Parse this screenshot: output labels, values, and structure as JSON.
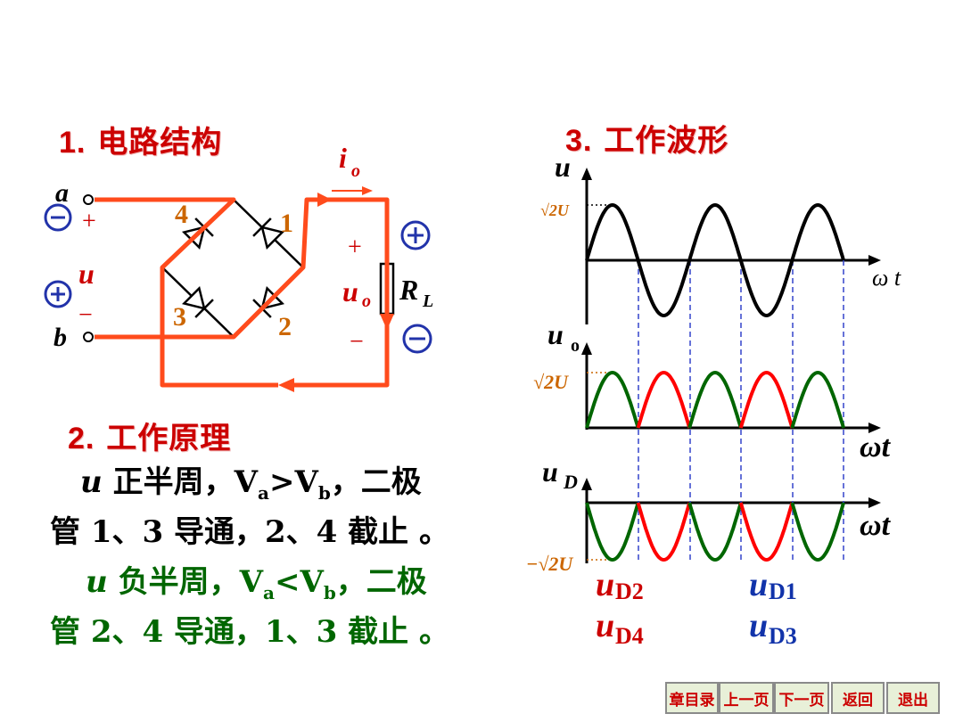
{
  "sections": {
    "circuit_title_num": "1.",
    "circuit_title": "电路结构",
    "principle_title_num": "2.",
    "principle_title": "工作原理",
    "waveform_title_num": "3.",
    "waveform_title": "工作波形"
  },
  "circuit": {
    "node_a": "a",
    "node_b": "b",
    "plus": "+",
    "minus": "−",
    "source": "u",
    "current_i": "i",
    "current_sub": "o",
    "output_u": "u",
    "output_sub": "o",
    "load_R": "R",
    "load_sub": "L",
    "diode_1": "1",
    "diode_2": "2",
    "diode_3": "3",
    "diode_4": "4",
    "minus_circle": "−",
    "plus_circle": "+"
  },
  "principle": {
    "line1_u": "u",
    "line1_text": " 正半周，",
    "line1_va": "V",
    "line1_a": "a",
    "line1_gt": ">",
    "line1_vb": "V",
    "line1_b": "b",
    "line1_end": "，二极",
    "line2": "管 1、3 导通，2、4 截止 。",
    "line3_u": "u",
    "line3_text": " 负半周，",
    "line3_va": "V",
    "line3_a": "a",
    "line3_lt": "<",
    "line3_vb": "V",
    "line3_b": "b",
    "line3_end": "，二极",
    "line4": "管 2、4 导通，1、3 截止 。"
  },
  "waveforms": {
    "u_label": "u",
    "u_amp": "√2U",
    "wt_1": "ω t",
    "uo_label": "u",
    "uo_sub": "o",
    "uo_amp": "√2U",
    "wt_2": "ωt",
    "ud_label": "u",
    "ud_sub": "D",
    "ud_amp": "−√2U",
    "wt_3": "ωt",
    "legend_d2": "u",
    "legend_d2_sub": "D2",
    "legend_d1": "u",
    "legend_d1_sub": "D1",
    "legend_d4": "u",
    "legend_d4_sub": "D4",
    "legend_d3": "u",
    "legend_d3_sub": "D3"
  },
  "nav": {
    "toc": "章目录",
    "prev": "上一页",
    "next": "下一页",
    "back": "返回",
    "exit": "退出"
  },
  "colors": {
    "title_red": "#cc0000",
    "path_orange": "#ff4b1c",
    "positive_green": "#006600",
    "negative_red": "#ff0000",
    "circle_blue": "#2233aa",
    "legend_blue": "#1133aa"
  }
}
